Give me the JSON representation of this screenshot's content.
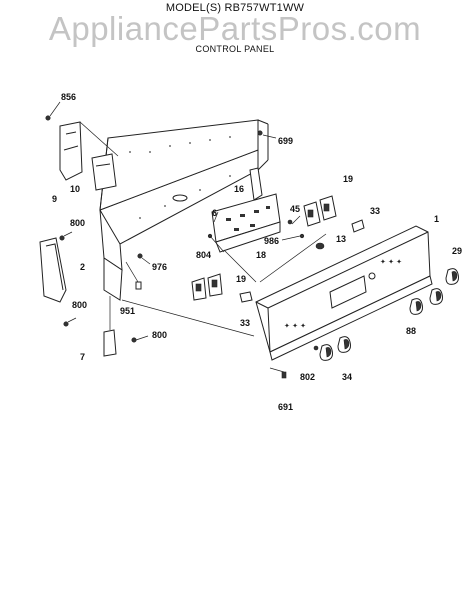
{
  "header": {
    "model": "MODEL(S) RB757WT1WW",
    "watermark": "AppliancePartsPros.com",
    "section": "CONTROL PANEL"
  },
  "parts": [
    {
      "id": "856",
      "label": "856"
    },
    {
      "id": "699",
      "label": "699"
    },
    {
      "id": "10",
      "label": "10"
    },
    {
      "id": "9",
      "label": "9"
    },
    {
      "id": "6",
      "label": "6"
    },
    {
      "id": "16",
      "label": "16"
    },
    {
      "id": "19a",
      "label": "19"
    },
    {
      "id": "45",
      "label": "45"
    },
    {
      "id": "33a",
      "label": "33"
    },
    {
      "id": "1",
      "label": "1"
    },
    {
      "id": "800a",
      "label": "800"
    },
    {
      "id": "986",
      "label": "986"
    },
    {
      "id": "13",
      "label": "13"
    },
    {
      "id": "29",
      "label": "29"
    },
    {
      "id": "2",
      "label": "2"
    },
    {
      "id": "976",
      "label": "976"
    },
    {
      "id": "804",
      "label": "804"
    },
    {
      "id": "18",
      "label": "18"
    },
    {
      "id": "19b",
      "label": "19"
    },
    {
      "id": "800b",
      "label": "800"
    },
    {
      "id": "951",
      "label": "951"
    },
    {
      "id": "33b",
      "label": "33"
    },
    {
      "id": "88",
      "label": "88"
    },
    {
      "id": "800c",
      "label": "800"
    },
    {
      "id": "7",
      "label": "7"
    },
    {
      "id": "802",
      "label": "802"
    },
    {
      "id": "34",
      "label": "34"
    },
    {
      "id": "691",
      "label": "691"
    }
  ]
}
